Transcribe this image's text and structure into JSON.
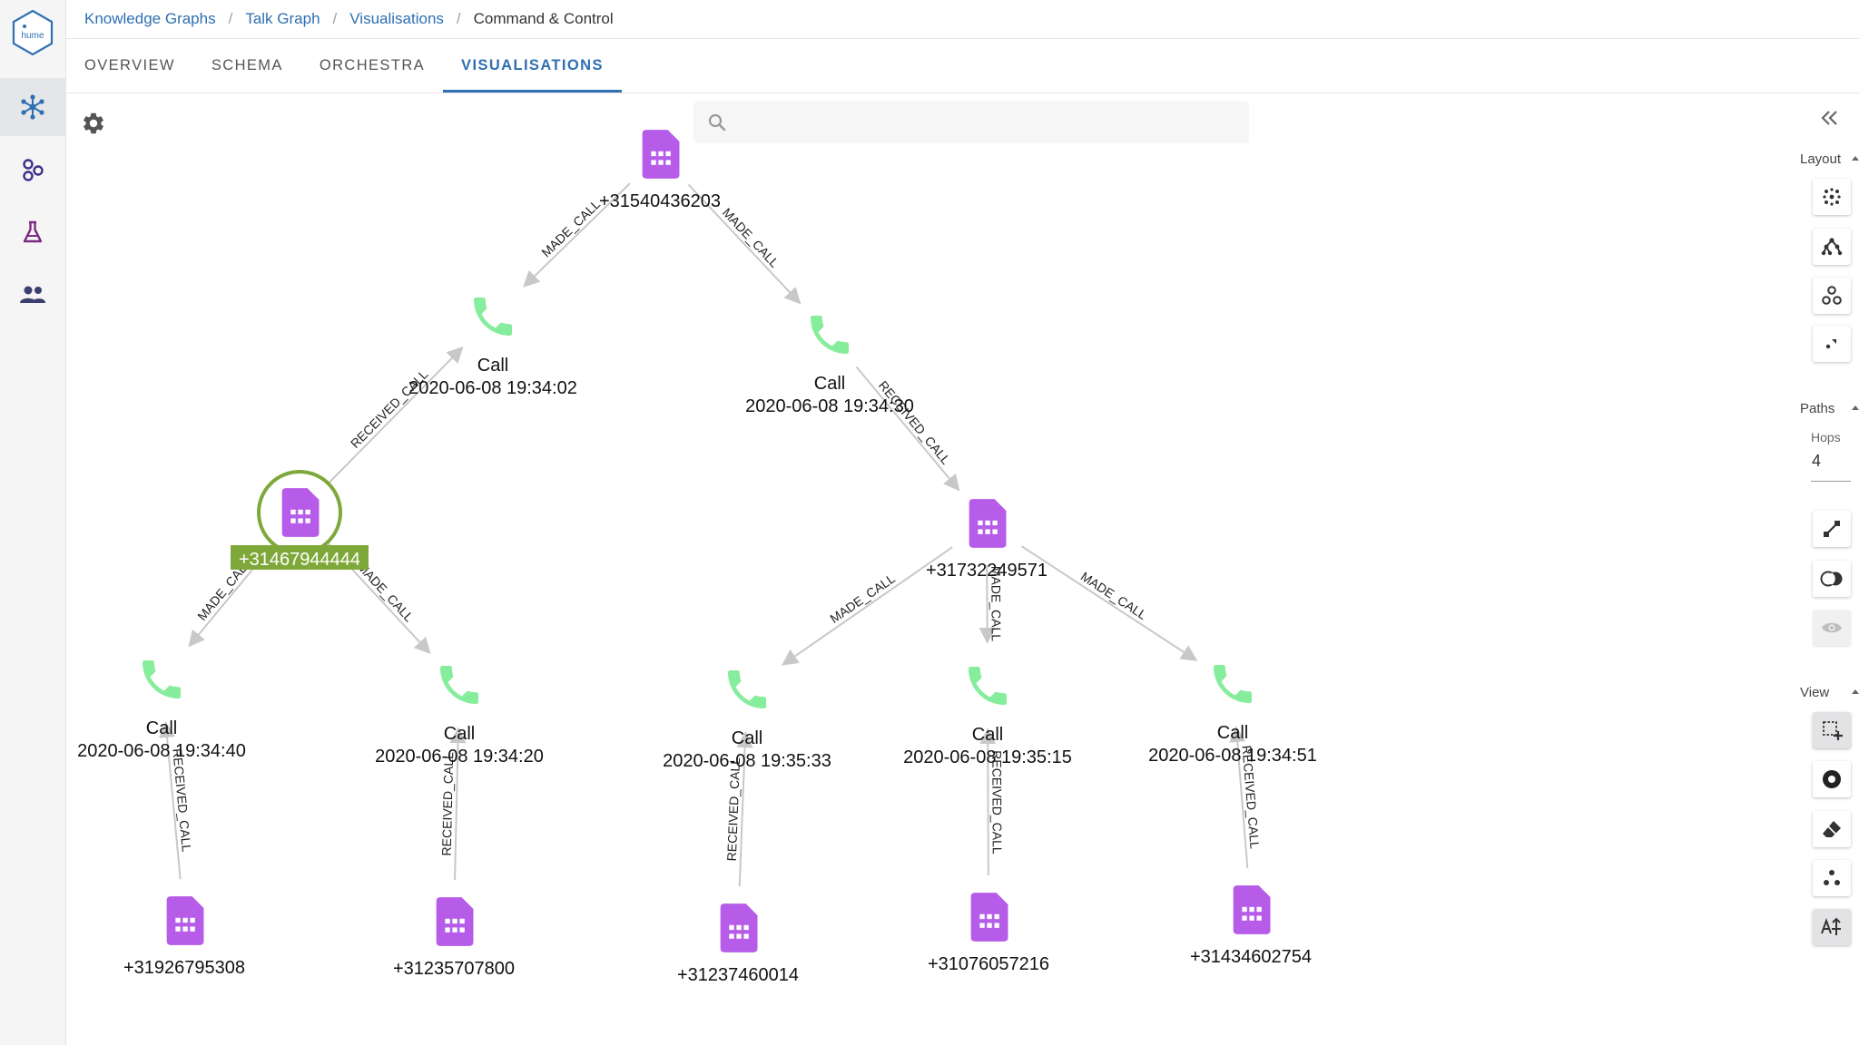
{
  "breadcrumb": {
    "items": [
      "Knowledge Graphs",
      "Talk Graph",
      "Visualisations"
    ],
    "separator": "/",
    "current": "Command & Control"
  },
  "brand": {
    "logo_text": "hume",
    "accent": "#2f6fb2"
  },
  "tabs": [
    {
      "label": "OVERVIEW",
      "active": false
    },
    {
      "label": "SCHEMA",
      "active": false
    },
    {
      "label": "ORCHESTRA",
      "active": false
    },
    {
      "label": "VISUALISATIONS",
      "active": true
    }
  ],
  "sidebar": {
    "items": [
      {
        "icon": "graph-network-icon",
        "active": true
      },
      {
        "icon": "schema-circles-icon",
        "active": false
      },
      {
        "icon": "flask-icon",
        "active": false
      },
      {
        "icon": "people-icon",
        "active": false
      }
    ]
  },
  "search": {
    "value": "",
    "placeholder": ""
  },
  "panel": {
    "layout_label": "Layout",
    "paths_label": "Paths",
    "hops_label": "Hops",
    "hops_value": "4",
    "view_label": "View",
    "layout_tools": [
      "force-layout-icon",
      "hierarchy-layout-icon",
      "cluster-layout-icon",
      "shrink-layout-icon"
    ],
    "path_tools": [
      "shortest-path-icon",
      "toggle-overlap-icon",
      "eye-icon"
    ],
    "view_tools": [
      "area-select-icon",
      "focus-node-icon",
      "eraser-icon",
      "nodes-dots-icon",
      "label-style-icon"
    ]
  },
  "graph": {
    "colors": {
      "sim": "#b65ce8",
      "call": "#86ed9c",
      "edge": "#c8c8c8",
      "selected": "#7fa83a"
    },
    "nodes": [
      {
        "id": "n1",
        "type": "sim",
        "label": "+31540436203"
      },
      {
        "id": "c1",
        "type": "call",
        "title": "Call",
        "label": "2020-06-08 19:34:02"
      },
      {
        "id": "c2",
        "type": "call",
        "title": "Call",
        "label": "2020-06-08 19:34:30"
      },
      {
        "id": "n2",
        "type": "sim",
        "label": "+31467944444",
        "selected": true
      },
      {
        "id": "n3",
        "type": "sim",
        "label": "+31732249571"
      },
      {
        "id": "c3",
        "type": "call",
        "title": "Call",
        "label": "2020-06-08 19:34:40"
      },
      {
        "id": "c4",
        "type": "call",
        "title": "Call",
        "label": "2020-06-08 19:34:20"
      },
      {
        "id": "c5",
        "type": "call",
        "title": "Call",
        "label": "2020-06-08 19:35:33"
      },
      {
        "id": "c6",
        "type": "call",
        "title": "Call",
        "label": "2020-06-08 19:35:15"
      },
      {
        "id": "c7",
        "type": "call",
        "title": "Call",
        "label": "2020-06-08 19:34:51"
      },
      {
        "id": "n4",
        "type": "sim",
        "label": "+31926795308"
      },
      {
        "id": "n5",
        "type": "sim",
        "label": "+31235707800"
      },
      {
        "id": "n6",
        "type": "sim",
        "label": "+31237460014"
      },
      {
        "id": "n7",
        "type": "sim",
        "label": "+31076057216"
      },
      {
        "id": "n8",
        "type": "sim",
        "label": "+31434602754"
      }
    ],
    "edges": [
      {
        "from": "n1",
        "to": "c1",
        "label": "MADE_CALL"
      },
      {
        "from": "n1",
        "to": "c2",
        "label": "MADE_CALL"
      },
      {
        "from": "n2",
        "to": "c1",
        "label": "RECEIVED_CALL"
      },
      {
        "from": "c2",
        "to": "n3",
        "label": "RECEIVED_CALL"
      },
      {
        "from": "n2",
        "to": "c3",
        "label": "MADE_CALL"
      },
      {
        "from": "n2",
        "to": "c4",
        "label": "MADE_CALL"
      },
      {
        "from": "n3",
        "to": "c5",
        "label": "MADE_CALL"
      },
      {
        "from": "n3",
        "to": "c6",
        "label": "MADE_CALL"
      },
      {
        "from": "n3",
        "to": "c7",
        "label": "MADE_CALL"
      },
      {
        "from": "n4",
        "to": "c3",
        "label": "RECEIVED_CALL"
      },
      {
        "from": "n5",
        "to": "c4",
        "label": "RECEIVED_CALL"
      },
      {
        "from": "n6",
        "to": "c5",
        "label": "RECEIVED_CALL"
      },
      {
        "from": "n7",
        "to": "c6",
        "label": "RECEIVED_CALL"
      },
      {
        "from": "n8",
        "to": "c7",
        "label": "RECEIVED_CALL"
      }
    ]
  }
}
